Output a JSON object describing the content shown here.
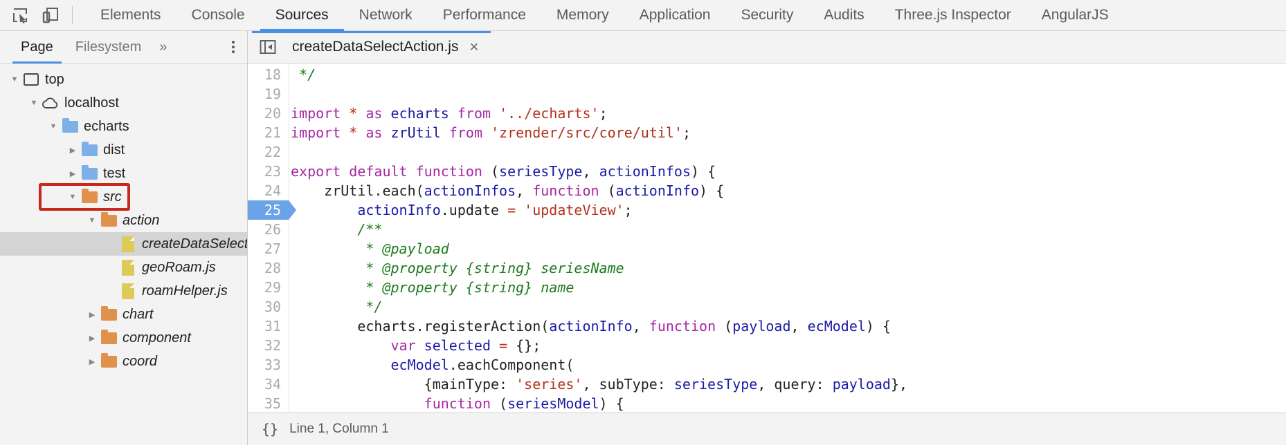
{
  "toolbar": {
    "inspect_icon": "inspect-element-icon",
    "device_icon": "device-toolbar-icon",
    "tabs": [
      {
        "label": "Elements",
        "active": false
      },
      {
        "label": "Console",
        "active": false
      },
      {
        "label": "Sources",
        "active": true
      },
      {
        "label": "Network",
        "active": false
      },
      {
        "label": "Performance",
        "active": false
      },
      {
        "label": "Memory",
        "active": false
      },
      {
        "label": "Application",
        "active": false
      },
      {
        "label": "Security",
        "active": false
      },
      {
        "label": "Audits",
        "active": false
      },
      {
        "label": "Three.js Inspector",
        "active": false
      },
      {
        "label": "AngularJS",
        "active": false
      }
    ]
  },
  "navigator": {
    "tabs": [
      {
        "label": "Page",
        "active": true
      },
      {
        "label": "Filesystem",
        "active": false
      }
    ],
    "more_label": "»",
    "menu_icon": "kebab-menu-icon",
    "tree": [
      {
        "label": "top",
        "indent": 0,
        "twisty": "down",
        "icon": "frame",
        "italic": false,
        "selected": false,
        "annotated": false
      },
      {
        "label": "localhost",
        "indent": 1,
        "twisty": "down",
        "icon": "cloud",
        "italic": false,
        "selected": false,
        "annotated": false
      },
      {
        "label": "echarts",
        "indent": 2,
        "twisty": "down",
        "icon": "folder-blue",
        "italic": false,
        "selected": false,
        "annotated": false
      },
      {
        "label": "dist",
        "indent": 3,
        "twisty": "right",
        "icon": "folder-blue",
        "italic": false,
        "selected": false,
        "annotated": false
      },
      {
        "label": "test",
        "indent": 3,
        "twisty": "right",
        "icon": "folder-blue",
        "italic": false,
        "selected": false,
        "annotated": false
      },
      {
        "label": "src",
        "indent": 3,
        "twisty": "down",
        "icon": "folder-orange",
        "italic": true,
        "selected": false,
        "annotated": true
      },
      {
        "label": "action",
        "indent": 4,
        "twisty": "down",
        "icon": "folder-orange",
        "italic": true,
        "selected": false,
        "annotated": false
      },
      {
        "label": "createDataSelectAction.js",
        "indent": 5,
        "twisty": "none",
        "icon": "file-js",
        "italic": true,
        "selected": true,
        "annotated": false
      },
      {
        "label": "geoRoam.js",
        "indent": 5,
        "twisty": "none",
        "icon": "file-js",
        "italic": true,
        "selected": false,
        "annotated": false
      },
      {
        "label": "roamHelper.js",
        "indent": 5,
        "twisty": "none",
        "icon": "file-js",
        "italic": true,
        "selected": false,
        "annotated": false
      },
      {
        "label": "chart",
        "indent": 4,
        "twisty": "right",
        "icon": "folder-orange",
        "italic": true,
        "selected": false,
        "annotated": false
      },
      {
        "label": "component",
        "indent": 4,
        "twisty": "right",
        "icon": "folder-orange",
        "italic": true,
        "selected": false,
        "annotated": false
      },
      {
        "label": "coord",
        "indent": 4,
        "twisty": "right",
        "icon": "folder-orange",
        "italic": true,
        "selected": false,
        "annotated": false
      }
    ]
  },
  "editor": {
    "collapse_icon": "collapse-sidebar-icon",
    "tab_title": "createDataSelectAction.js",
    "tab_close_label": "×",
    "breakpoint_line": 25,
    "lines": [
      {
        "n": 18,
        "tokens": [
          {
            "t": "com",
            "s": " */"
          }
        ]
      },
      {
        "n": 19,
        "tokens": []
      },
      {
        "n": 20,
        "tokens": [
          {
            "t": "kw",
            "s": "import"
          },
          {
            "t": "pl",
            "s": " "
          },
          {
            "t": "op",
            "s": "*"
          },
          {
            "t": "pl",
            "s": " "
          },
          {
            "t": "kw",
            "s": "as"
          },
          {
            "t": "pl",
            "s": " "
          },
          {
            "t": "id",
            "s": "echarts"
          },
          {
            "t": "pl",
            "s": " "
          },
          {
            "t": "kw",
            "s": "from"
          },
          {
            "t": "pl",
            "s": " "
          },
          {
            "t": "str",
            "s": "'../echarts'"
          },
          {
            "t": "pl",
            "s": ";"
          }
        ]
      },
      {
        "n": 21,
        "tokens": [
          {
            "t": "kw",
            "s": "import"
          },
          {
            "t": "pl",
            "s": " "
          },
          {
            "t": "op",
            "s": "*"
          },
          {
            "t": "pl",
            "s": " "
          },
          {
            "t": "kw",
            "s": "as"
          },
          {
            "t": "pl",
            "s": " "
          },
          {
            "t": "id",
            "s": "zrUtil"
          },
          {
            "t": "pl",
            "s": " "
          },
          {
            "t": "kw",
            "s": "from"
          },
          {
            "t": "pl",
            "s": " "
          },
          {
            "t": "str",
            "s": "'zrender/src/core/util'"
          },
          {
            "t": "pl",
            "s": ";"
          }
        ]
      },
      {
        "n": 22,
        "tokens": []
      },
      {
        "n": 23,
        "tokens": [
          {
            "t": "kw",
            "s": "export default function"
          },
          {
            "t": "pl",
            "s": " ("
          },
          {
            "t": "id",
            "s": "seriesType"
          },
          {
            "t": "pl",
            "s": ", "
          },
          {
            "t": "id",
            "s": "actionInfos"
          },
          {
            "t": "pl",
            "s": ") {"
          }
        ]
      },
      {
        "n": 24,
        "tokens": [
          {
            "t": "pl",
            "s": "    zrUtil.each("
          },
          {
            "t": "id",
            "s": "actionInfos"
          },
          {
            "t": "pl",
            "s": ", "
          },
          {
            "t": "kw",
            "s": "function"
          },
          {
            "t": "pl",
            "s": " ("
          },
          {
            "t": "id",
            "s": "actionInfo"
          },
          {
            "t": "pl",
            "s": ") {"
          }
        ]
      },
      {
        "n": 25,
        "tokens": [
          {
            "t": "pl",
            "s": "        "
          },
          {
            "t": "id",
            "s": "actionInfo"
          },
          {
            "t": "pl",
            "s": ".update "
          },
          {
            "t": "op",
            "s": "="
          },
          {
            "t": "pl",
            "s": " "
          },
          {
            "t": "str",
            "s": "'updateView'"
          },
          {
            "t": "pl",
            "s": ";"
          }
        ]
      },
      {
        "n": 26,
        "tokens": [
          {
            "t": "pl",
            "s": "        "
          },
          {
            "t": "com",
            "s": "/**"
          }
        ]
      },
      {
        "n": 27,
        "tokens": [
          {
            "t": "pl",
            "s": "         "
          },
          {
            "t": "com",
            "s": "* @payload"
          }
        ]
      },
      {
        "n": 28,
        "tokens": [
          {
            "t": "pl",
            "s": "         "
          },
          {
            "t": "com",
            "s": "* @property {string} seriesName"
          }
        ]
      },
      {
        "n": 29,
        "tokens": [
          {
            "t": "pl",
            "s": "         "
          },
          {
            "t": "com",
            "s": "* @property {string} name"
          }
        ]
      },
      {
        "n": 30,
        "tokens": [
          {
            "t": "pl",
            "s": "         "
          },
          {
            "t": "com",
            "s": "*/"
          }
        ]
      },
      {
        "n": 31,
        "tokens": [
          {
            "t": "pl",
            "s": "        echarts.registerAction("
          },
          {
            "t": "id",
            "s": "actionInfo"
          },
          {
            "t": "pl",
            "s": ", "
          },
          {
            "t": "kw",
            "s": "function"
          },
          {
            "t": "pl",
            "s": " ("
          },
          {
            "t": "id",
            "s": "payload"
          },
          {
            "t": "pl",
            "s": ", "
          },
          {
            "t": "id",
            "s": "ecModel"
          },
          {
            "t": "pl",
            "s": ") {"
          }
        ]
      },
      {
        "n": 32,
        "tokens": [
          {
            "t": "pl",
            "s": "            "
          },
          {
            "t": "kw",
            "s": "var"
          },
          {
            "t": "pl",
            "s": " "
          },
          {
            "t": "id",
            "s": "selected"
          },
          {
            "t": "pl",
            "s": " "
          },
          {
            "t": "op",
            "s": "="
          },
          {
            "t": "pl",
            "s": " {};"
          }
        ]
      },
      {
        "n": 33,
        "tokens": [
          {
            "t": "pl",
            "s": "            "
          },
          {
            "t": "id",
            "s": "ecModel"
          },
          {
            "t": "pl",
            "s": ".eachComponent("
          }
        ]
      },
      {
        "n": 34,
        "tokens": [
          {
            "t": "pl",
            "s": "                {mainType: "
          },
          {
            "t": "str",
            "s": "'series'"
          },
          {
            "t": "pl",
            "s": ", subType: "
          },
          {
            "t": "id",
            "s": "seriesType"
          },
          {
            "t": "pl",
            "s": ", query: "
          },
          {
            "t": "id",
            "s": "payload"
          },
          {
            "t": "pl",
            "s": "},"
          }
        ]
      },
      {
        "n": 35,
        "tokens": [
          {
            "t": "pl",
            "s": "                "
          },
          {
            "t": "kw",
            "s": "function"
          },
          {
            "t": "pl",
            "s": " ("
          },
          {
            "t": "id",
            "s": "seriesModel"
          },
          {
            "t": "pl",
            "s": ") {"
          }
        ]
      }
    ]
  },
  "status": {
    "format_icon": "{}",
    "cursor_position": "Line 1, Column 1"
  },
  "colors": {
    "accent": "#4a90e2",
    "annotation": "#c62a18",
    "chrome_bg": "#f3f3f3",
    "selection": "#d4d4d4",
    "folder_blue": "#7eb0e8",
    "folder_orange": "#e0914b",
    "file_yellow": "#ddcb57",
    "keyword": "#a626a4",
    "identifier": "#1a1aa6",
    "string": "#b3301c",
    "comment": "#1d7a1d",
    "breakpoint": "#6ba3e8"
  }
}
